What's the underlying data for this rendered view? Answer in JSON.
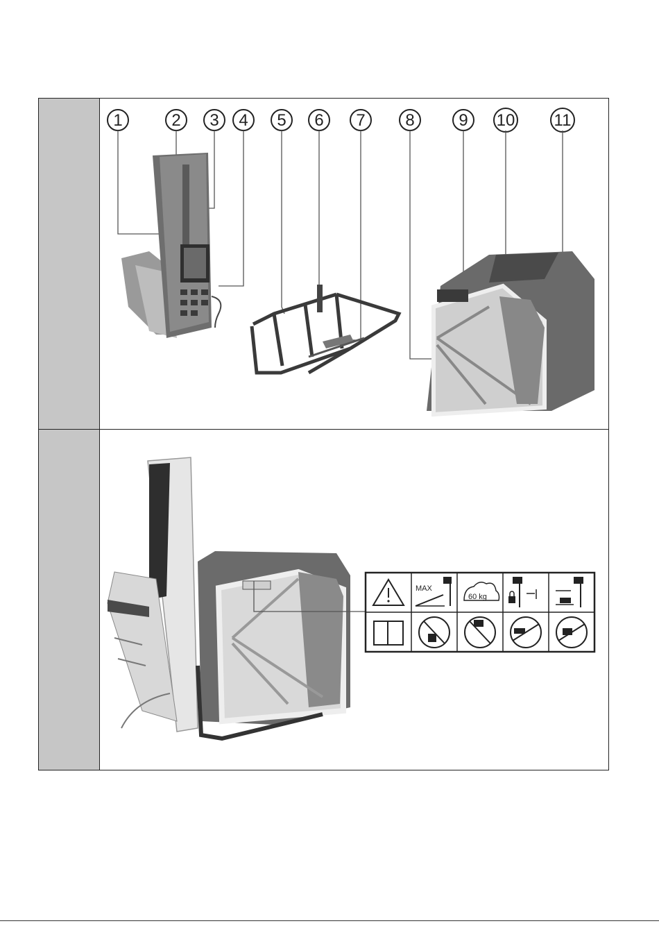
{
  "figure_top": {
    "callouts": [
      "1",
      "2",
      "3",
      "4",
      "5",
      "6",
      "7",
      "8",
      "9",
      "10",
      "11"
    ]
  },
  "figure_bottom": {
    "label_panel": {
      "symbols_row1": [
        "warning-triangle",
        "max-slope",
        "weight-limit",
        "lock-lift",
        "ground-level"
      ],
      "symbols_row2": [
        "manual-book",
        "no-step",
        "no-climb",
        "no-tilt-left",
        "no-tilt-right"
      ],
      "max_text": "MAX",
      "weight_text": "60 kg"
    }
  }
}
